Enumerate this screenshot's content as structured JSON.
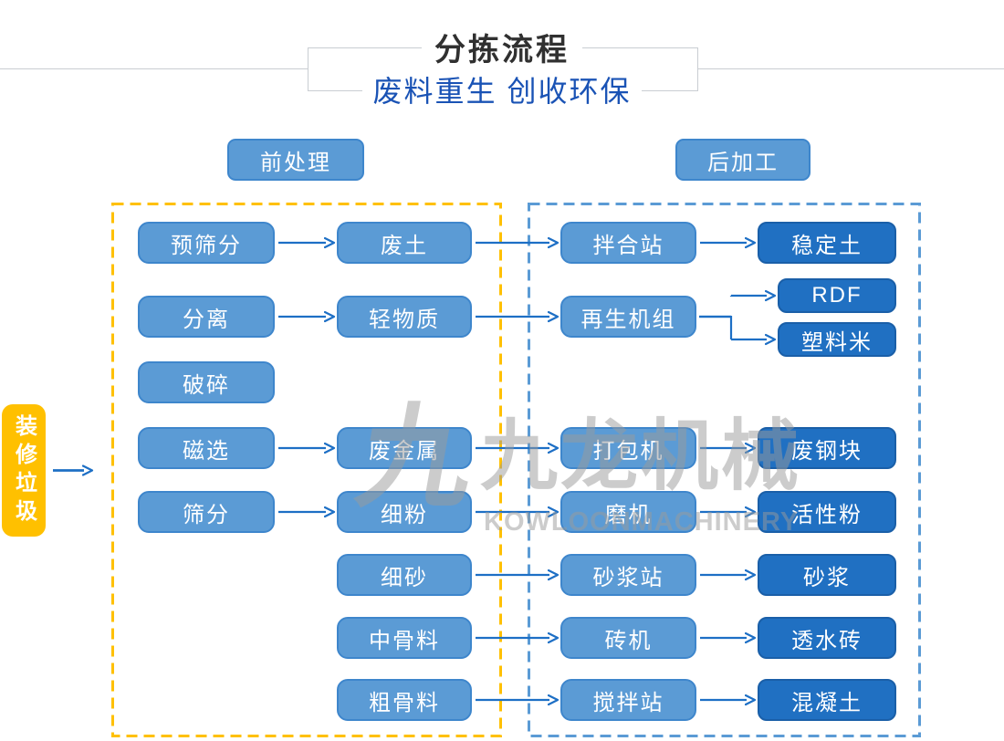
{
  "header": {
    "title": "分拣流程",
    "subtitle": "废料重生 创收环保"
  },
  "sections": {
    "pre_label": "前处理",
    "post_label": "后加工"
  },
  "source": {
    "label": "装修垃圾"
  },
  "watermark": {
    "logo_glyph": "九",
    "cn_text": "九龙机械",
    "en_text": "KOWLOONMACHINERY"
  },
  "colors": {
    "light_node_fill": "#5b9bd5",
    "light_node_border": "#3e86cc",
    "dark_node_fill": "#2070c2",
    "dark_node_border": "#1a5fa8",
    "source_fill": "#ffc000",
    "pre_container_dash": "#ffc000",
    "post_container_dash": "#5b9bd5",
    "arrow": "#1d6fc5",
    "subtitle_text": "#1a53b5",
    "title_text": "#303030"
  },
  "diagram": {
    "nodes": [
      {
        "id": "a1",
        "label": "预筛分",
        "col": "a",
        "row": "1",
        "dark": false
      },
      {
        "id": "a2",
        "label": "分离",
        "col": "a",
        "row": "2",
        "dark": false
      },
      {
        "id": "a3",
        "label": "破碎",
        "col": "a",
        "row": "3",
        "dark": false
      },
      {
        "id": "a4",
        "label": "磁选",
        "col": "a",
        "row": "4",
        "dark": false
      },
      {
        "id": "a5",
        "label": "筛分",
        "col": "a",
        "row": "5",
        "dark": false
      },
      {
        "id": "b1",
        "label": "废土",
        "col": "b",
        "row": "1",
        "dark": false
      },
      {
        "id": "b2",
        "label": "轻物质",
        "col": "b",
        "row": "2",
        "dark": false
      },
      {
        "id": "b4",
        "label": "废金属",
        "col": "b",
        "row": "4",
        "dark": false
      },
      {
        "id": "b5",
        "label": "细粉",
        "col": "b",
        "row": "5",
        "dark": false
      },
      {
        "id": "b6",
        "label": "细砂",
        "col": "b",
        "row": "6",
        "dark": false
      },
      {
        "id": "b7",
        "label": "中骨料",
        "col": "b",
        "row": "7",
        "dark": false
      },
      {
        "id": "b8",
        "label": "粗骨料",
        "col": "b",
        "row": "8",
        "dark": false
      },
      {
        "id": "c1",
        "label": "拌合站",
        "col": "c",
        "row": "1",
        "dark": false
      },
      {
        "id": "c2",
        "label": "再生机组",
        "col": "c",
        "row": "2",
        "dark": false
      },
      {
        "id": "c4",
        "label": "打包机",
        "col": "c",
        "row": "4",
        "dark": false
      },
      {
        "id": "c5",
        "label": "磨机",
        "col": "c",
        "row": "5",
        "dark": false
      },
      {
        "id": "c6",
        "label": "砂浆站",
        "col": "c",
        "row": "6",
        "dark": false
      },
      {
        "id": "c7",
        "label": "砖机",
        "col": "c",
        "row": "7",
        "dark": false
      },
      {
        "id": "c8",
        "label": "搅拌站",
        "col": "c",
        "row": "8",
        "dark": false
      },
      {
        "id": "d1",
        "label": "稳定土",
        "col": "d",
        "row": "1",
        "dark": true
      },
      {
        "id": "d2a",
        "label": "RDF",
        "col": "ds",
        "row": "2a",
        "dark": true
      },
      {
        "id": "d2b",
        "label": "塑料米",
        "col": "ds",
        "row": "2b",
        "dark": true
      },
      {
        "id": "d4",
        "label": "废钢块",
        "col": "d",
        "row": "4",
        "dark": true
      },
      {
        "id": "d5",
        "label": "活性粉",
        "col": "d",
        "row": "5",
        "dark": true
      },
      {
        "id": "d6",
        "label": "砂浆",
        "col": "d",
        "row": "6",
        "dark": true
      },
      {
        "id": "d7",
        "label": "透水砖",
        "col": "d",
        "row": "7",
        "dark": true
      },
      {
        "id": "d8",
        "label": "混凝土",
        "col": "d",
        "row": "8",
        "dark": true
      }
    ],
    "edges": [
      {
        "from": "source",
        "to": "pre-container"
      },
      {
        "from": "a1",
        "to": "b1"
      },
      {
        "from": "a2",
        "to": "b2"
      },
      {
        "from": "a4",
        "to": "b4"
      },
      {
        "from": "a5",
        "to": "b5"
      },
      {
        "from": "b1",
        "to": "c1"
      },
      {
        "from": "b2",
        "to": "c2"
      },
      {
        "from": "b4",
        "to": "c4"
      },
      {
        "from": "b5",
        "to": "c5"
      },
      {
        "from": "b6",
        "to": "c6"
      },
      {
        "from": "b7",
        "to": "c7"
      },
      {
        "from": "b8",
        "to": "c8"
      },
      {
        "from": "c1",
        "to": "d1"
      },
      {
        "from": "c2",
        "to": "d2a"
      },
      {
        "from": "c2",
        "to": "d2b"
      },
      {
        "from": "c4",
        "to": "d4"
      },
      {
        "from": "c5",
        "to": "d5"
      },
      {
        "from": "c6",
        "to": "d6"
      },
      {
        "from": "c7",
        "to": "d7"
      },
      {
        "from": "c8",
        "to": "d8"
      }
    ]
  }
}
